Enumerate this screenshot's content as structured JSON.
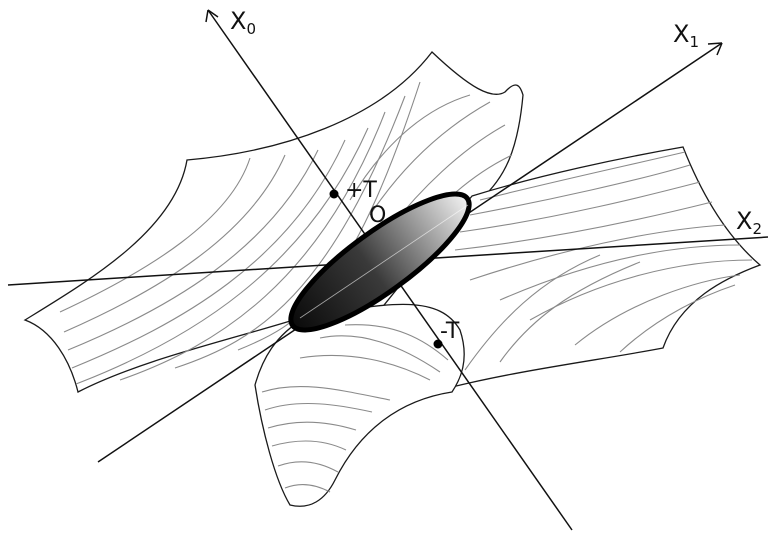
{
  "axes": {
    "x0": {
      "base": "X",
      "sub": "0"
    },
    "x1": {
      "base": "X",
      "sub": "1"
    },
    "x2": {
      "base": "X",
      "sub": "2"
    }
  },
  "points": {
    "plus_t": "+T",
    "minus_t": "-T",
    "origin": "O"
  }
}
